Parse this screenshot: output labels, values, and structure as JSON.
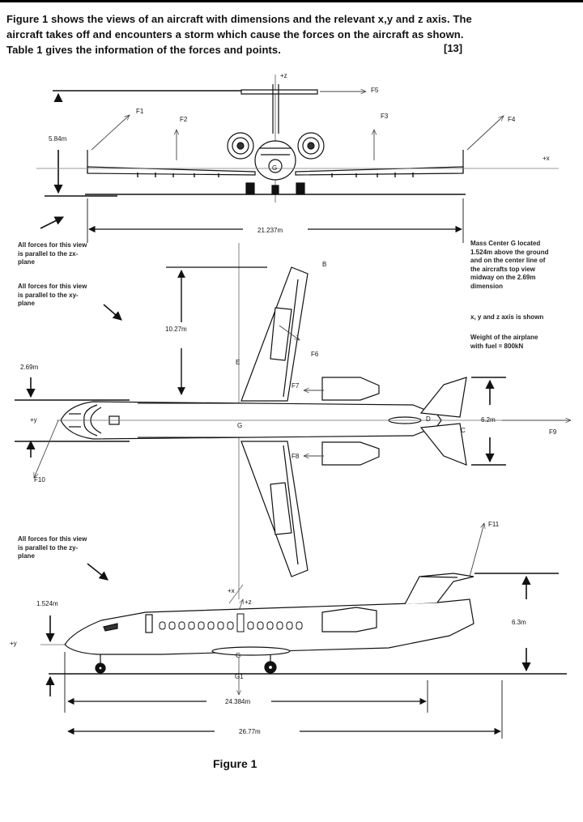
{
  "heading": {
    "line1": "Figure 1 shows the views of an aircraft with dimensions and the relevant x,y and z axis.  The",
    "line2": "aircraft takes off and encounters a storm which cause the forces on the aircraft as shown.",
    "line3": "Table 1 gives the information of the forces and points.",
    "marks": "[13]"
  },
  "front_view": {
    "forces": [
      "F1",
      "F2",
      "F3",
      "F4",
      "F5"
    ],
    "axis_z": "+z",
    "axis_x": "+x",
    "height_dim": "5.84m",
    "span_dim": "21.237m",
    "cg_label": "G"
  },
  "top_view": {
    "forces": [
      "F6",
      "F7",
      "F8",
      "F9",
      "F10"
    ],
    "points": [
      "B",
      "E",
      "G",
      "D",
      "C"
    ],
    "axis_y": "+y",
    "dim_length": "10.27m",
    "dim_fuselage": "2.69m",
    "dim_tail": "6.2m"
  },
  "side_view": {
    "forces": [
      "F11"
    ],
    "axis_x": "+x",
    "axis_z": "+z",
    "axis_y": "+y",
    "dim_cg_height": "1.524m",
    "dim_height": "6.3m",
    "dim_wheelbase": "24.384m",
    "dim_length": "26.77m",
    "cg_label": "G",
    "ground_point": "G1"
  },
  "notes": {
    "zx_1": "All forces for this view",
    "zx_2": "is parallel to the zx-",
    "zx_3": "plane",
    "xy_1": "All forces for this view",
    "xy_2": "is parallel to the xy-",
    "xy_3": "plane",
    "zy_1": "All forces for this view",
    "zy_2": "is parallel to the zy-",
    "zy_3": "plane",
    "mass_1": "Mass Center G located",
    "mass_2": "1.524m above the ground",
    "mass_3": "and on the center line of",
    "mass_4": "the aircrafts top view",
    "mass_5": "midway on the 2.69m",
    "mass_6": "dimension",
    "axes": "x, y and z axis is shown",
    "weight_1": "Weight of the airplane",
    "weight_2": "with fuel = 800kN"
  },
  "figure_caption": "Figure 1"
}
